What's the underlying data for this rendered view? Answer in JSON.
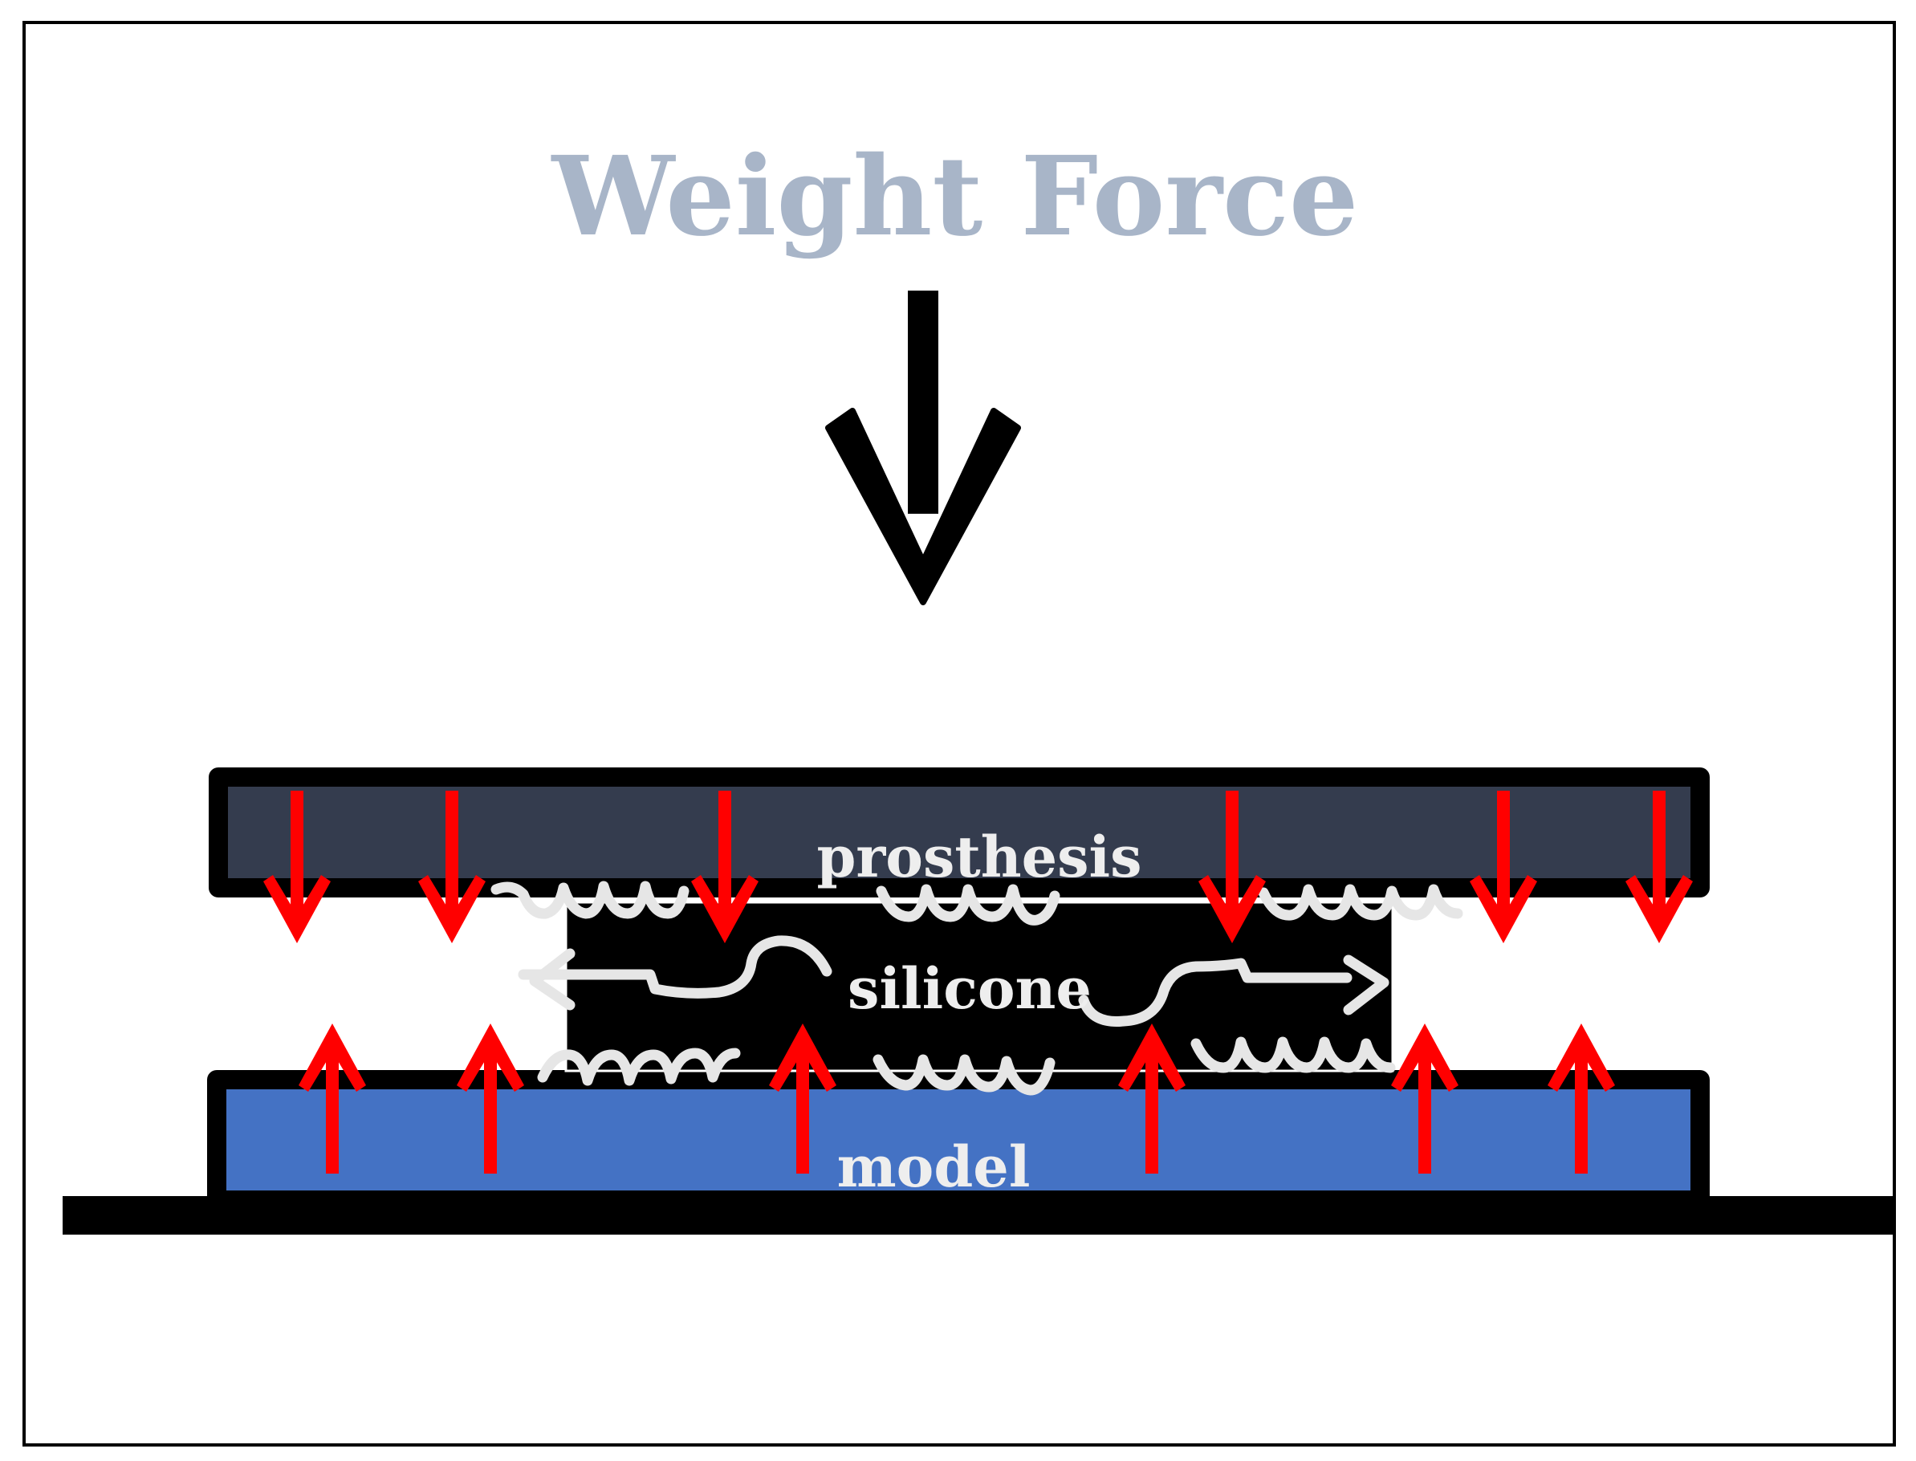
{
  "title": "Weight Force",
  "labels": {
    "prosthesis": "prosthesis",
    "silicone": "silicone",
    "model": "model"
  },
  "colors": {
    "frame": "#000000",
    "title": "#a8b5c8",
    "prosthesis_fill": "#343c4e",
    "silicone_fill": "#000000",
    "model_fill": "#4472c4",
    "force_arrow": "#ff0000",
    "bond_squiggle": "#e6e6e6",
    "label_text": "#eeeeee"
  },
  "icons": {
    "weight_arrow": "arrow-down-icon",
    "pressure_down": "arrow-down-icon",
    "pressure_up": "arrow-up-icon",
    "spread_left": "arrow-left-icon",
    "spread_right": "arrow-right-icon"
  }
}
